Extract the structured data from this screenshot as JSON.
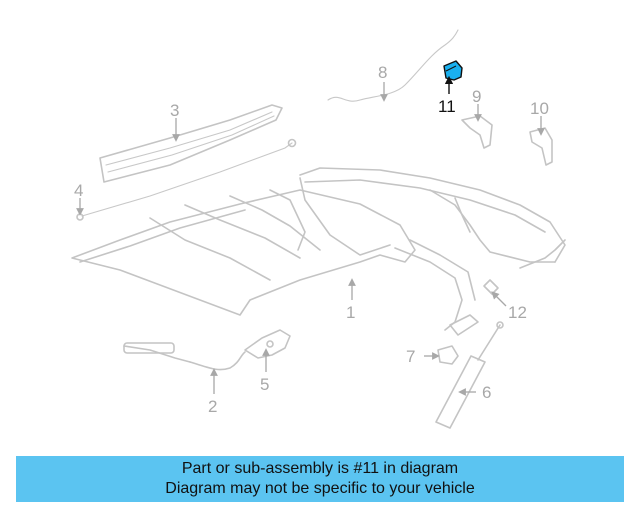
{
  "diagram": {
    "callouts": {
      "c1": "1",
      "c2": "2",
      "c3": "3",
      "c4": "4",
      "c5": "5",
      "c6": "6",
      "c7": "7",
      "c8": "8",
      "c9": "9",
      "c10": "10",
      "c11": "11",
      "c12": "12"
    },
    "highlight_color": "#1ab0ef"
  },
  "banner": {
    "line1": "Part or sub-assembly is #11 in diagram",
    "line2": "Diagram may not be specific to your vehicle",
    "background": "#5bc4f1"
  }
}
